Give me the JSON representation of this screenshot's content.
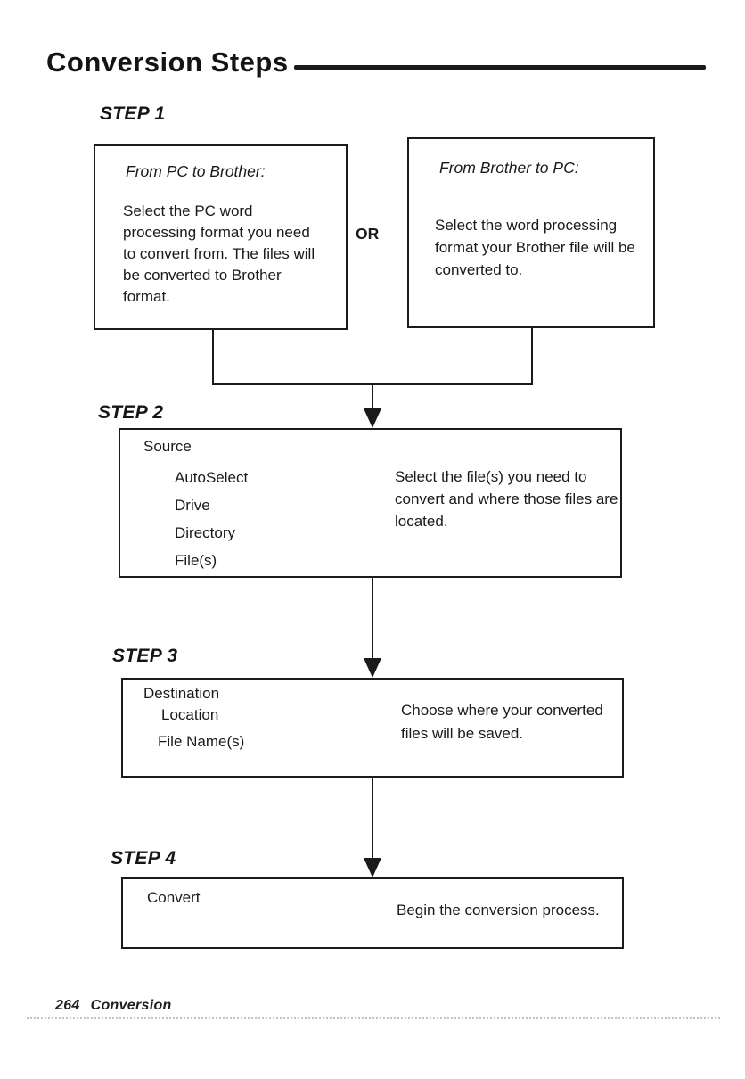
{
  "theme": {
    "ink": "#1a1a1a",
    "paper": "#ffffff"
  },
  "page": {
    "title": "Conversion Steps",
    "footer": {
      "page_number": "264",
      "label": "Conversion"
    }
  },
  "step1": {
    "heading": "STEP 1",
    "or_label": "OR",
    "left_box": {
      "title": "From PC to Brother:",
      "body": "Select the PC word processing format you need to convert from. The files will be converted to Brother format."
    },
    "right_box": {
      "title": "From Brother to PC:",
      "body": "Select the word processing format your Brother file will be converted to."
    }
  },
  "step2": {
    "heading": "STEP 2",
    "box_title": "Source",
    "items": [
      "AutoSelect",
      "Drive",
      "Directory",
      "File(s)"
    ],
    "description": "Select the file(s) you need to convert and where those files are located."
  },
  "step3": {
    "heading": "STEP 3",
    "box_title": "Destination",
    "items": [
      "Location",
      "File Name(s)"
    ],
    "description": "Choose where your converted files will be saved."
  },
  "step4": {
    "heading": "STEP 4",
    "box_title": "Convert",
    "description": "Begin the conversion process."
  }
}
